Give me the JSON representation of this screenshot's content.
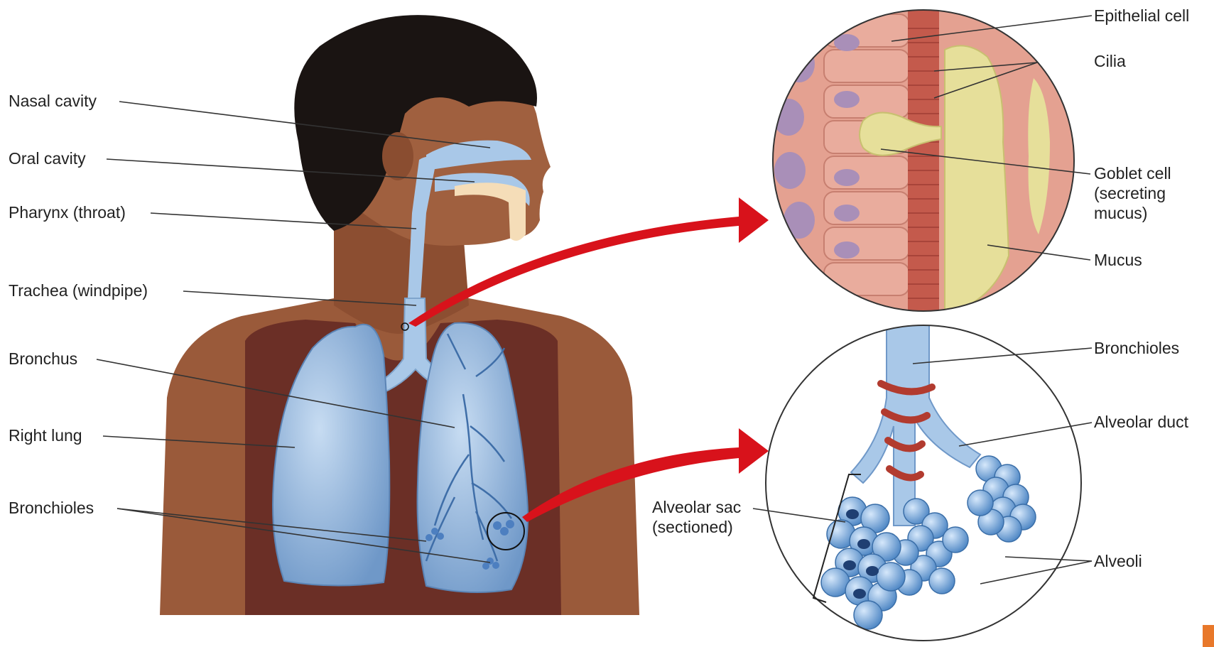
{
  "labels_left": {
    "nasal_cavity": "Nasal cavity",
    "oral_cavity": "Oral cavity",
    "pharynx": "Pharynx (throat)",
    "trachea": "Trachea (windpipe)",
    "bronchus": "Bronchus",
    "right_lung": "Right lung",
    "bronchioles": "Bronchioles"
  },
  "labels_top_detail": {
    "epithelial_cell": "Epithelial cell",
    "cilia": "Cilia",
    "goblet_cell": "Goblet cell\n(secreting\nmucus)",
    "mucus": "Mucus"
  },
  "labels_bottom_detail": {
    "bronchioles": "Bronchioles",
    "alveolar_duct": "Alveolar duct",
    "alveolar_sac": "Alveolar sac\n(sectioned)",
    "alveoli": "Alveoli"
  },
  "colors": {
    "airway_blue": "#a9c8e8",
    "lung_blue": "#8fb4dc",
    "skin": "#9a5a3a",
    "shirt": "#6b2f26",
    "pointer_arrow": "#d8121b",
    "epithelium": "#e4a191",
    "mucus": "#e6df9a",
    "alveoli": "#7fb0e0"
  }
}
